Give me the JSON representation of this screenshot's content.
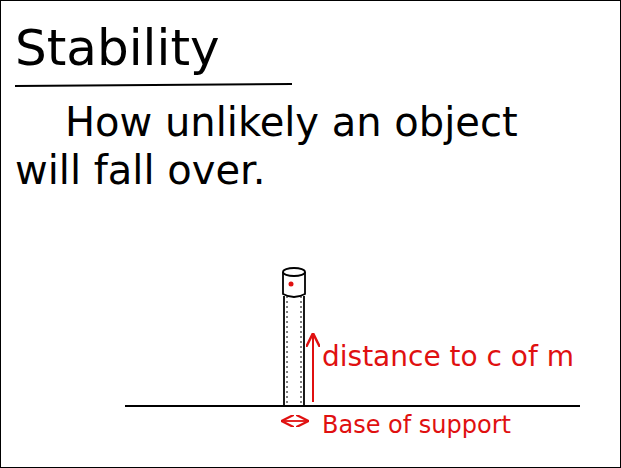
{
  "diagram": {
    "title": "Stability",
    "labels": [
      "How unlikely an object will fall over.",
      "distance to c of m",
      "Base of support"
    ]
  }
}
